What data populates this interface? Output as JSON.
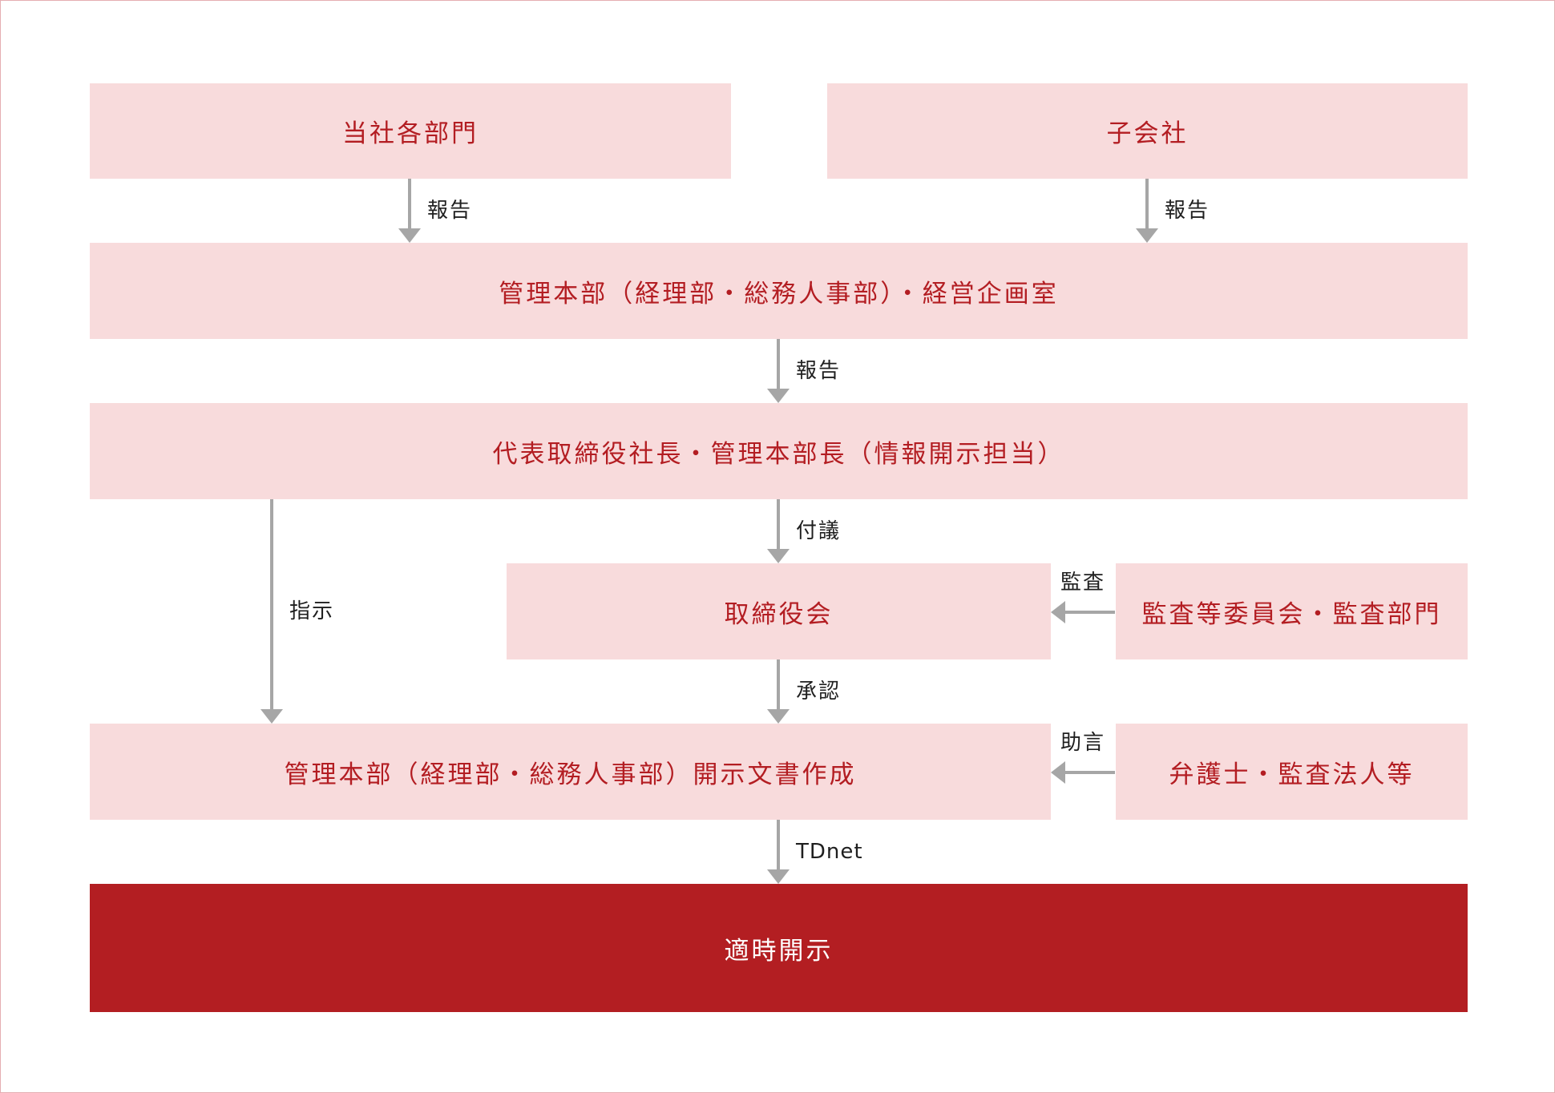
{
  "nodes": {
    "departments": "当社各部門",
    "subsidiaries": "子会社",
    "admin_hq": "管理本部（経理部・総務人事部）・経営企画室",
    "ceo": "代表取締役社長・管理本部長（情報開示担当）",
    "board": "取締役会",
    "audit_committee": "監査等委員会・監査部門",
    "doc_creation": "管理本部（経理部・総務人事部）開示文書作成",
    "advisors": "弁護士・監査法人等",
    "timely_disclosure": "適時開示"
  },
  "edges": {
    "report_1": "報告",
    "report_2": "報告",
    "report_3": "報告",
    "instruction": "指示",
    "proposal": "付議",
    "audit": "監査",
    "approval": "承認",
    "advice": "助言",
    "tdnet": "TDnet"
  },
  "colors": {
    "box_fill": "#f8dbdc",
    "box_text": "#b31d22",
    "final_fill": "#b31e22",
    "final_text": "#ffffff",
    "arrow": "#a6a6a6",
    "frame": "#e5aeb2"
  }
}
